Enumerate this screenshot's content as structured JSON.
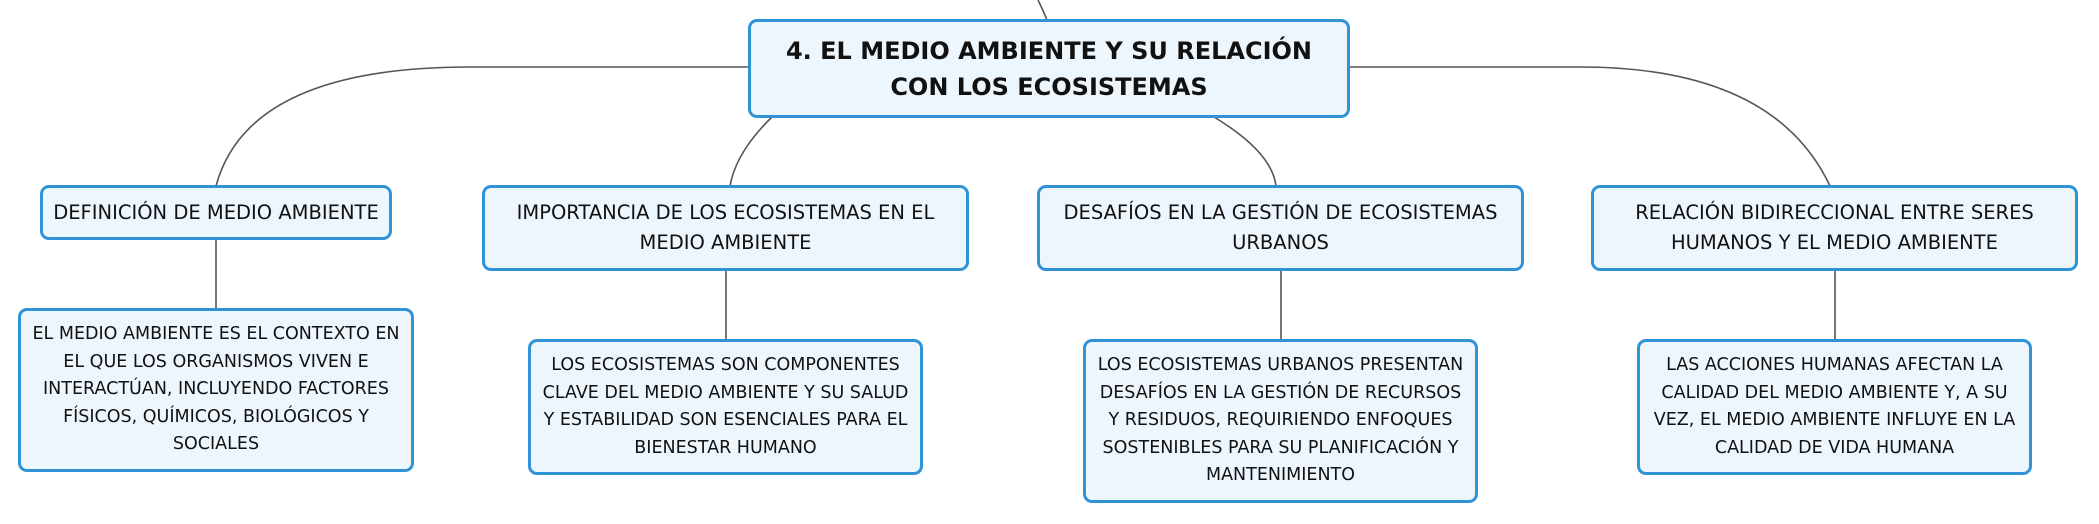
{
  "colors": {
    "border": "#2f93d6",
    "fill": "#eef6fd",
    "line": "#555555",
    "text": "#111111"
  },
  "root": {
    "title": "4. EL MEDIO AMBIENTE Y SU RELACIÓN CON LOS ECOSISTEMAS"
  },
  "branches": [
    {
      "title": "DEFINICIÓN DE MEDIO AMBIENTE",
      "detail": "EL MEDIO AMBIENTE ES EL CONTEXTO EN EL QUE LOS ORGANISMOS VIVEN E INTERACTÚAN, INCLUYENDO FACTORES FÍSICOS, QUÍMICOS, BIOLÓGICOS Y SOCIALES"
    },
    {
      "title": "IMPORTANCIA DE LOS ECOSISTEMAS EN EL MEDIO AMBIENTE",
      "detail": "LOS ECOSISTEMAS SON COMPONENTES CLAVE DEL MEDIO AMBIENTE Y SU SALUD Y ESTABILIDAD SON ESENCIALES PARA EL BIENESTAR HUMANO"
    },
    {
      "title": "DESAFÍOS EN LA GESTIÓN DE ECOSISTEMAS URBANOS",
      "detail": "LOS ECOSISTEMAS URBANOS PRESENTAN DESAFÍOS EN LA GESTIÓN DE RECURSOS Y RESIDUOS, REQUIRIENDO ENFOQUES SOSTENIBLES PARA SU PLANIFICACIÓN Y MANTENIMIENTO"
    },
    {
      "title": "RELACIÓN BIDIRECCIONAL ENTRE SERES HUMANOS Y EL MEDIO AMBIENTE",
      "detail": "LAS ACCIONES HUMANAS AFECTAN LA CALIDAD DEL MEDIO AMBIENTE Y, A SU VEZ, EL MEDIO AMBIENTE INFLUYE EN LA CALIDAD DE VIDA HUMANA"
    }
  ]
}
